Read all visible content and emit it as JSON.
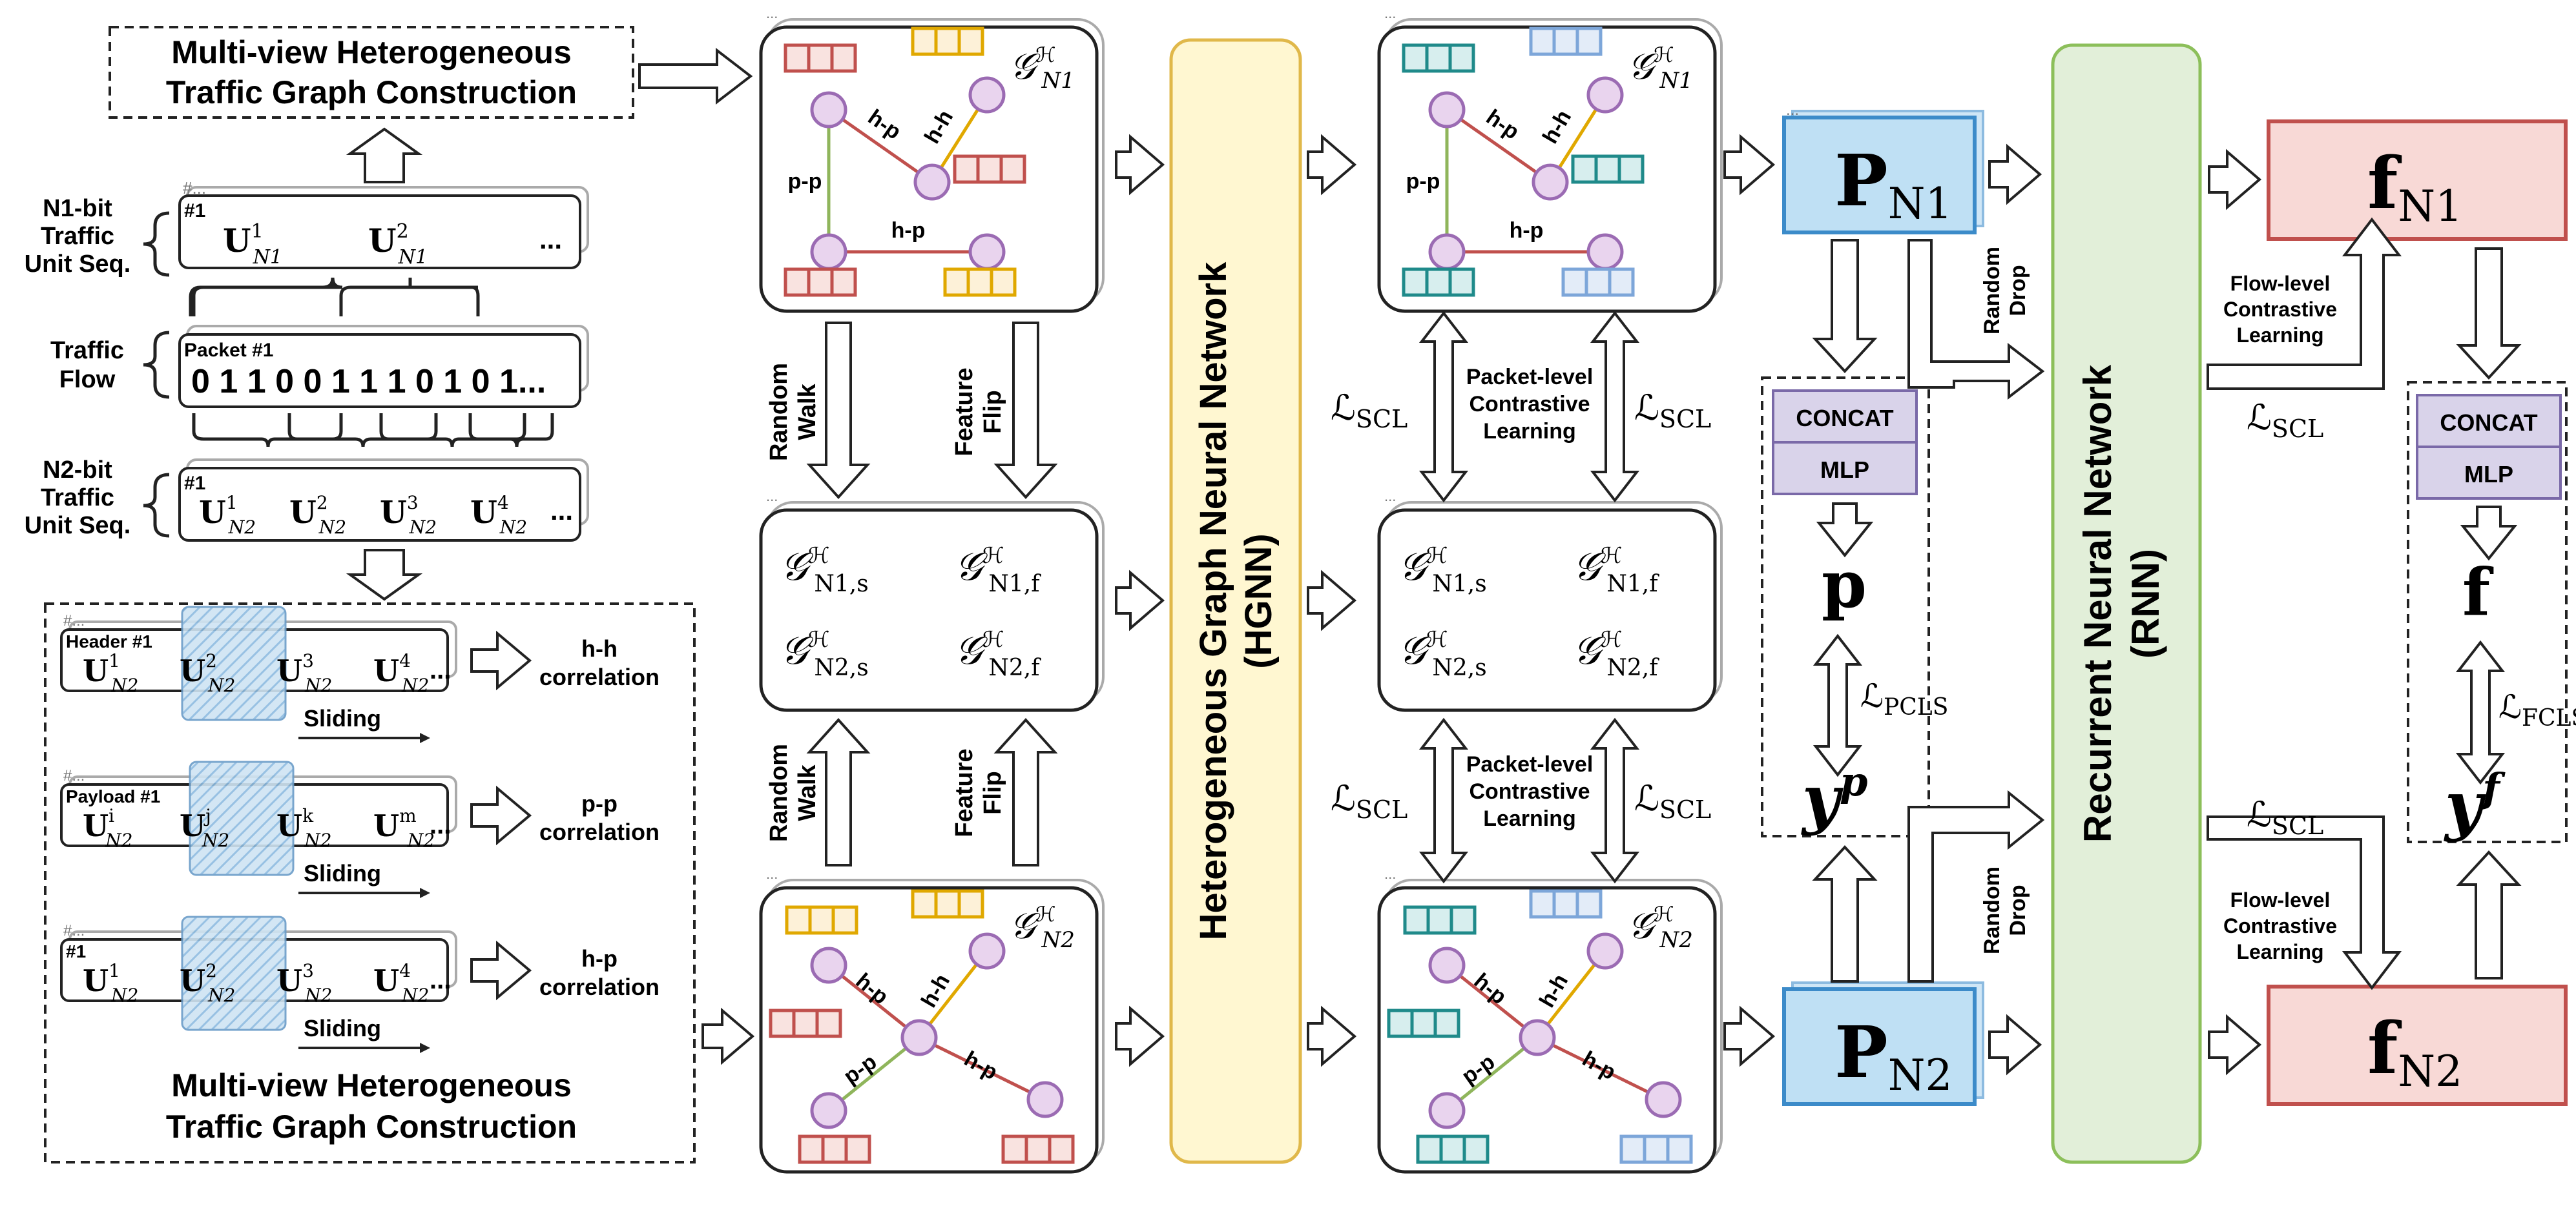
{
  "construction": {
    "title_line1": "Multi-view Heterogeneous",
    "title_line2": "Traffic Graph Construction"
  },
  "sequences": {
    "n1": {
      "label_lines": [
        "N1-bit",
        "Traffic",
        "Unit Seq."
      ],
      "badge": "#1",
      "units": [
        "U",
        "U"
      ],
      "subs": [
        "N1",
        "N1"
      ],
      "sups": [
        "1",
        "2"
      ],
      "ellipsis": "..."
    },
    "flow": {
      "label_lines": [
        "Traffic",
        "Flow"
      ],
      "packet": "Packet #1",
      "bits": "0 1 1 0 0 1 1 1 0 1 0 1..."
    },
    "n2": {
      "label_lines": [
        "N2-bit",
        "Traffic",
        "Unit Seq."
      ],
      "badge": "#1",
      "units": [
        "U",
        "U",
        "U",
        "U"
      ],
      "subs": [
        "N2",
        "N2",
        "N2",
        "N2"
      ],
      "sups": [
        "1",
        "2",
        "3",
        "4"
      ],
      "ellipsis": "..."
    }
  },
  "views": [
    {
      "badge": "Header #1",
      "sups": [
        "1",
        "2",
        "3",
        "4"
      ],
      "sub": "N2",
      "sliding": "Sliding",
      "result": [
        "h-h",
        "correlation"
      ]
    },
    {
      "badge": "Payload #1",
      "sups": [
        "i",
        "j",
        "k",
        "m"
      ],
      "sub": "N2",
      "sliding": "Sliding",
      "result": [
        "p-p",
        "correlation"
      ]
    },
    {
      "badge": "#1",
      "sups": [
        "1",
        "2",
        "3",
        "4"
      ],
      "sub": "N2",
      "sliding": "Sliding",
      "result": [
        "h-p",
        "correlation"
      ]
    }
  ],
  "graphs": {
    "top_title": "𝒢",
    "top_sup": "ℋ",
    "top_sub": "N1",
    "bottom_sub": "N2",
    "edges": {
      "hp": "h-p",
      "hh": "h-h",
      "pp": "p-p"
    },
    "aug": {
      "n1s": "N1,s",
      "n1f": "N1,f",
      "n2s": "N2,s",
      "n2f": "N2,f"
    },
    "random_walk": [
      "Random",
      "Walk"
    ],
    "feature_flip": [
      "Feature",
      "Flip"
    ]
  },
  "hgnn": {
    "line1": "Heterogeneous Graph Neural Network",
    "line2": "(HGNN)"
  },
  "contrastive": {
    "scl_main": "ℒ",
    "scl_sub": "SCL",
    "packet_level": [
      "Packet-level",
      "Contrastive",
      "Learning"
    ],
    "flow_level": [
      "Flow-level",
      "Contrastive",
      "Learning"
    ],
    "random_drop": [
      "Random",
      "Drop"
    ]
  },
  "packets": {
    "p_main": "P",
    "n1": "N1",
    "n2": "N2"
  },
  "rnn": {
    "line1": "Recurrent Neural Network",
    "line2": "(RNN)"
  },
  "flows": {
    "f_main": "f",
    "n1": "N1",
    "n2": "N2"
  },
  "heads": {
    "concat": "CONCAT",
    "mlp": "MLP",
    "p": "p",
    "f": "f",
    "yp_main": "y",
    "yp_sup": "p",
    "yf_main": "y",
    "yf_sup": "f",
    "pcls_sub": "PCLS",
    "fcls_sub": "FCLS"
  },
  "colors": {
    "node_fill": "#e9d4ee",
    "node_stroke": "#9b6bb3",
    "edge_red": "#c0504d",
    "edge_green": "#8fb55b",
    "edge_yellow": "#e0a800",
    "hgnn_fill": "#fff7d1",
    "hgnn_stroke": "#e0b84a",
    "rnn_fill": "#e2efd9",
    "rnn_stroke": "#8cbf5a",
    "p_fill": "#bfe0f4",
    "p_stroke": "#3c8bc9",
    "f_fill": "#f8d9d6",
    "f_stroke": "#c0504d",
    "head_fill": "#d9d3ea",
    "head_stroke": "#7a69a8",
    "feat_red": "#c0504d",
    "feat_yellow": "#e0a800",
    "feat_teal": "#1f8a8a",
    "feat_blue": "#7da6d9"
  }
}
